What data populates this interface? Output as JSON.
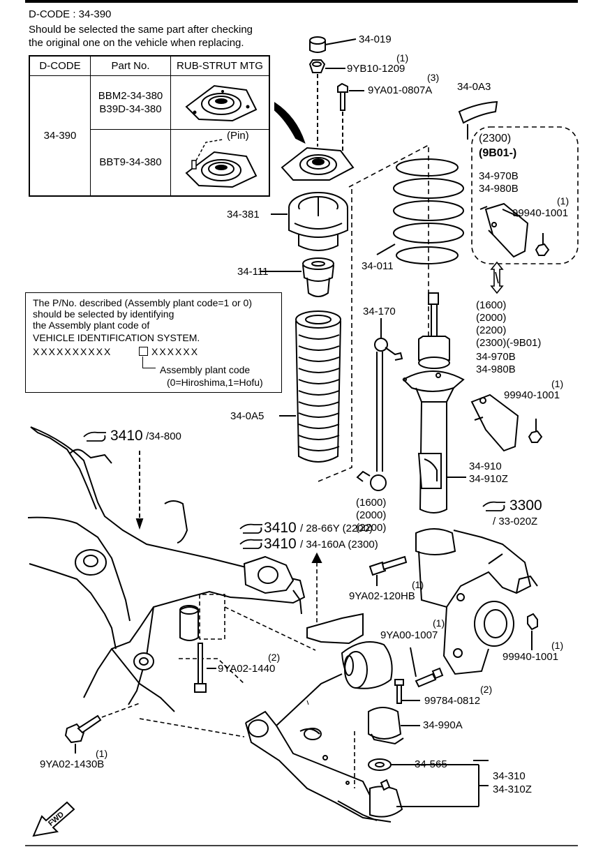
{
  "header": {
    "dcode_line": "D-CODE : 34-390",
    "note_line1": "Should be selected the same part after checking",
    "note_line2": "the original one on the vehicle when replacing."
  },
  "table": {
    "headers": [
      "D-CODE",
      "Part No.",
      "RUB-STRUT MTG"
    ],
    "dcode": "34-390",
    "row1_parts": [
      "BBM2-34-380",
      "B39D-34-380"
    ],
    "row2_part": "BBT9-34-380",
    "pin_label": "(Pin)"
  },
  "vin_note": {
    "line1": "The P/No. described (Assembly plant code=1 or 0)",
    "line2": "should be selected by identifying",
    "line3": "the Assembly plant code of",
    "line4": "VEHICLE IDENTIFICATION SYSTEM.",
    "vin_left": "XXXXXXXXXX",
    "vin_right": "XXXXXX",
    "plant_label": "Assembly plant code",
    "plant_values": "(0=Hiroshima,1=Hofu)"
  },
  "labels": {
    "p34_019": "34-019",
    "qty_9yb10": "(1)",
    "p9yb10": "9YB10-1209",
    "qty_9ya01": "(3)",
    "p9ya01": "9YA01-0807A",
    "p34_0a3": "34-0A3",
    "v2300": "(2300)",
    "v9b01": "(9B01-)",
    "p34_970b_a": "34-970B",
    "p34_980b_a": "34-980B",
    "qty_99940_a": "(1)",
    "p99940_a": "99940-1001",
    "p34_381": "34-381",
    "p34_011": "34-011",
    "p34_111": "34-111",
    "p34_170": "34-170",
    "v1600": "(1600)",
    "v2000": "(2000)",
    "v2200": "(2200)",
    "v2300_9b01": "(2300)(-9B01)",
    "p34_970b_b": "34-970B",
    "p34_980b_b": "34-980B",
    "qty_99940_b": "(1)",
    "p99940_b": "99940-1001",
    "p34_0a5": "34-0A5",
    "ref3410_a": "3410",
    "ref3410_a_sub": "/34-800",
    "p34_910": "34-910",
    "p34_910z": "34-910Z",
    "link_v1600": "(1600)",
    "link_v2000": "(2000)",
    "link_v2200": "(2200)",
    "ref3300": "3300",
    "ref3300_sub": "/ 33-020Z",
    "ref3410_b": "3410",
    "ref3410_b_sub": "/ 28-66Y (2200)",
    "ref3410_c": "3410",
    "ref3410_c_sub": "/ 34-160A (2300)",
    "qty_9ya02_120": "(1)",
    "p9ya02_120": "9YA02-120HB",
    "qty_9ya00": "(1)",
    "p9ya00": "9YA00-1007",
    "qty_99940_c": "(1)",
    "p99940_c": "99940-1001",
    "qty_9ya02_1440": "(2)",
    "p9ya02_1440": "9YA02-1440",
    "qty_99784": "(2)",
    "p99784": "99784-0812",
    "p34_990a": "34-990A",
    "qty_9ya02_1430": "(1)",
    "p9ya02_1430": "9YA02-1430B",
    "p34_565": "34-565",
    "p34_310": "34-310",
    "p34_310z": "34-310Z",
    "fwd": "FWD"
  }
}
